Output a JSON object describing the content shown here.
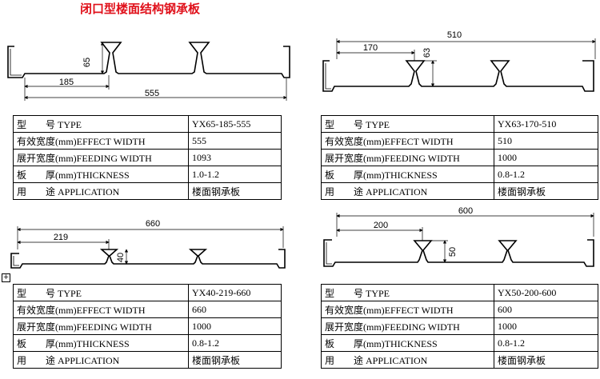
{
  "page_title": "闭口型楼面结构钢承板",
  "drawings": [
    {
      "dims": [
        "65",
        "185",
        "555"
      ]
    },
    {
      "dims": [
        "510",
        "170",
        "63"
      ]
    },
    {
      "dims": [
        "660",
        "219",
        "40"
      ]
    },
    {
      "dims": [
        "600",
        "200",
        "50"
      ]
    }
  ],
  "tables": [
    {
      "rows": [
        [
          "型　　号 TYPE",
          "YX65-185-555",
          "型　　号 TYPE",
          "YX63-170-510"
        ],
        [
          "有效宽度(mm)EFFECT WIDTH",
          "555",
          "有效宽度(mm)EFFECT WIDTH",
          "510"
        ],
        [
          "展开宽度(mm)FEEDING WIDTH",
          "1093",
          "展开宽度(mm)FEEDING WIDTH",
          "1000"
        ],
        [
          "板　　厚(mm)THICKNESS",
          "1.0-1.2",
          "板　　厚(mm)THICKNESS",
          "0.8-1.2"
        ],
        [
          "用　　途 APPLICATION",
          "楼面钢承板",
          "用　　途 APPLICATION",
          "楼面钢承板"
        ]
      ]
    },
    {
      "rows": [
        [
          "型　　号 TYPE",
          "YX40-219-660",
          "型　　号 TYPE",
          "YX50-200-600"
        ],
        [
          "有效宽度(mm)EFFECT WIDTH",
          "660",
          "有效宽度(mm)EFFECT WIDTH",
          "600"
        ],
        [
          "展开宽度(mm)FEEDING WIDTH",
          "1000",
          "展开宽度(mm)FEEDING WIDTH",
          "1000"
        ],
        [
          "板　　厚(mm)THICKNESS",
          "0.8-1.2",
          "板　　厚(mm)THICKNESS",
          "0.8-1.2"
        ],
        [
          "用　　途 APPLICATION",
          "楼面钢承板",
          "用　　途 APPLICATION",
          "楼面钢承板"
        ]
      ]
    }
  ]
}
